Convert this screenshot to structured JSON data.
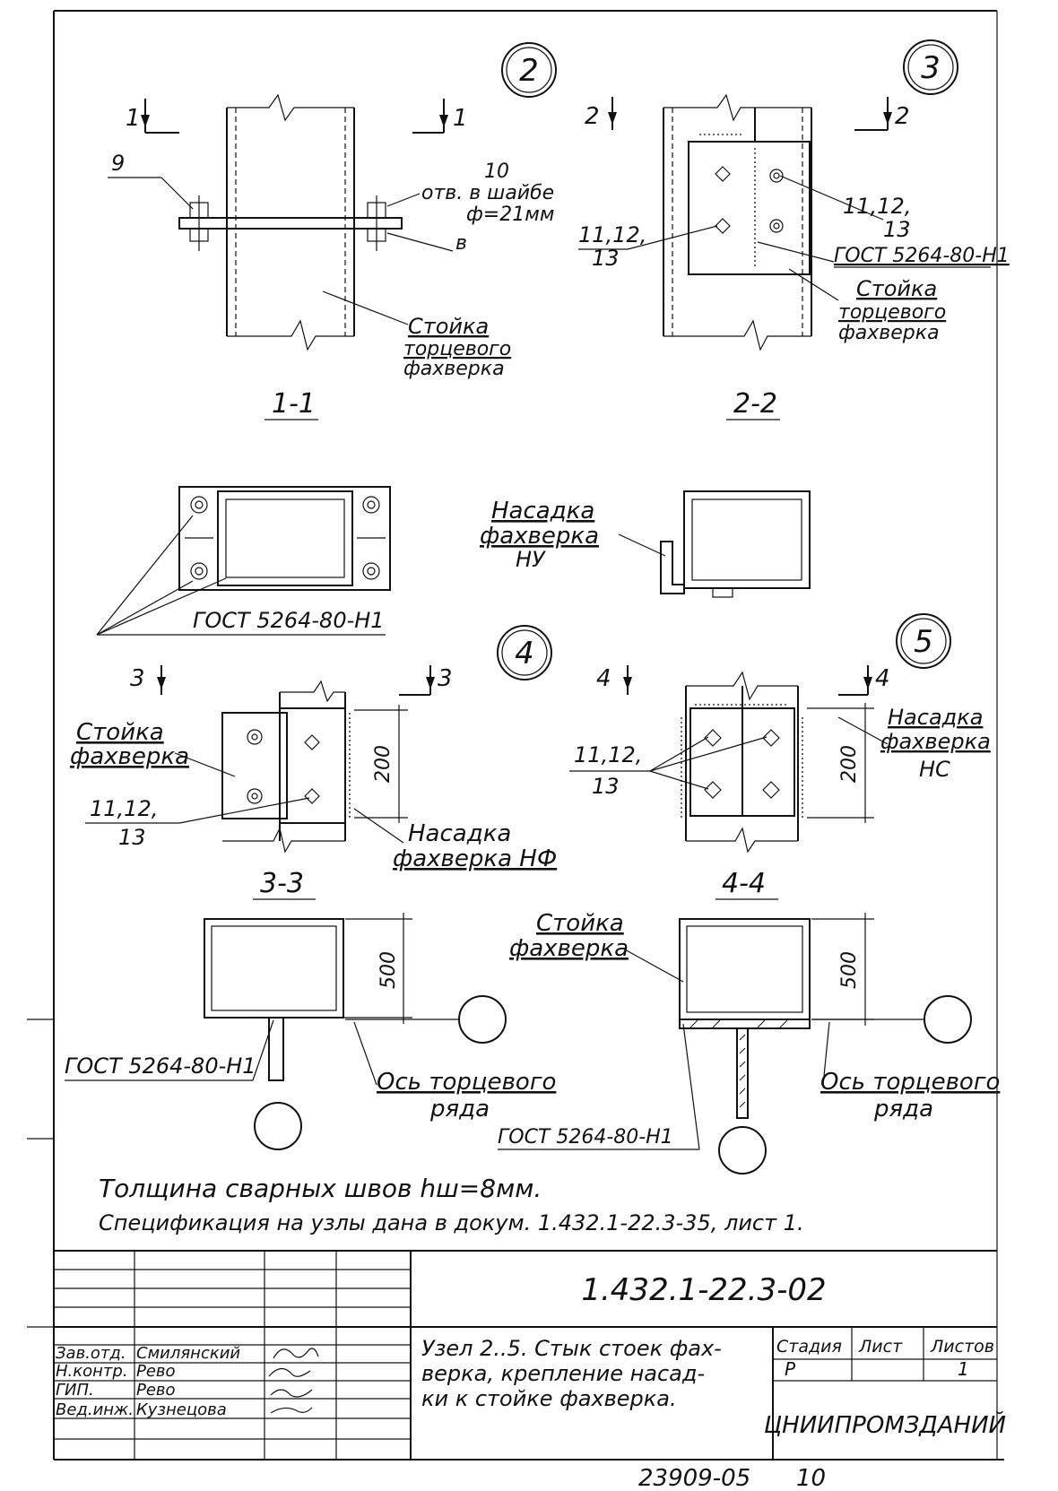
{
  "node_labels": [
    "2",
    "3",
    "4",
    "5"
  ],
  "cut_marks": {
    "c1": "1",
    "c2": "2",
    "c3": "3",
    "c4": "4"
  },
  "sections": {
    "s1": "1-1",
    "s2": "2-2",
    "s3": "3-3",
    "s4": "4-4"
  },
  "callouts": {
    "pos9": "9",
    "holes_line1": "10",
    "holes_line2": "отв. в шайбе",
    "holes_line3": "ф=21мм",
    "v": "в",
    "pos_11_12": "11,12,",
    "pos_13": "13",
    "gost_h1": "ГОСТ 5264-80-Н1",
    "stoika_tf_1": "Стойка",
    "stoika_tf_2": "торцевого",
    "stoika_tf_3": "фахверка",
    "nasadka": "Насадка",
    "fakhverka": "фахверка",
    "ny": "НУ",
    "nf": "фахверка НФ",
    "nc": "НС",
    "stoika_f_1": "Стойка",
    "stoika_f_2": "фахверка",
    "dim_200": "200",
    "dim_500": "500",
    "axis_1": "Ось торцевого",
    "axis_2": "ряда"
  },
  "notes": {
    "weld_thickness": "Толщина сварных швов hш=8мм.",
    "specification": "Спецификация на узлы дана в докум. 1.432.1-22.3-35, лист 1."
  },
  "title_block": {
    "doc_code": "1.432.1-22.3-02",
    "roles": [
      "Зав.отд.",
      "Н.контр.",
      "ГИП.",
      "Вед.инж."
    ],
    "names": [
      "Смилянский",
      "Рево",
      "Рево",
      "Кузнецова"
    ],
    "description_lines": [
      "Узел 2..5. Стык стоек фах-",
      "верка, крепление насад-",
      "ки к стойке фахверка."
    ],
    "stage_header": "Стадия",
    "sheet_header": "Лист",
    "sheets_header": "Листов",
    "stage_value": "Р",
    "sheets_value": "1",
    "organization": "ЦНИИПРОМЗДАНИЙ"
  },
  "footer": {
    "archive_number": "23909-05",
    "page": "10"
  }
}
